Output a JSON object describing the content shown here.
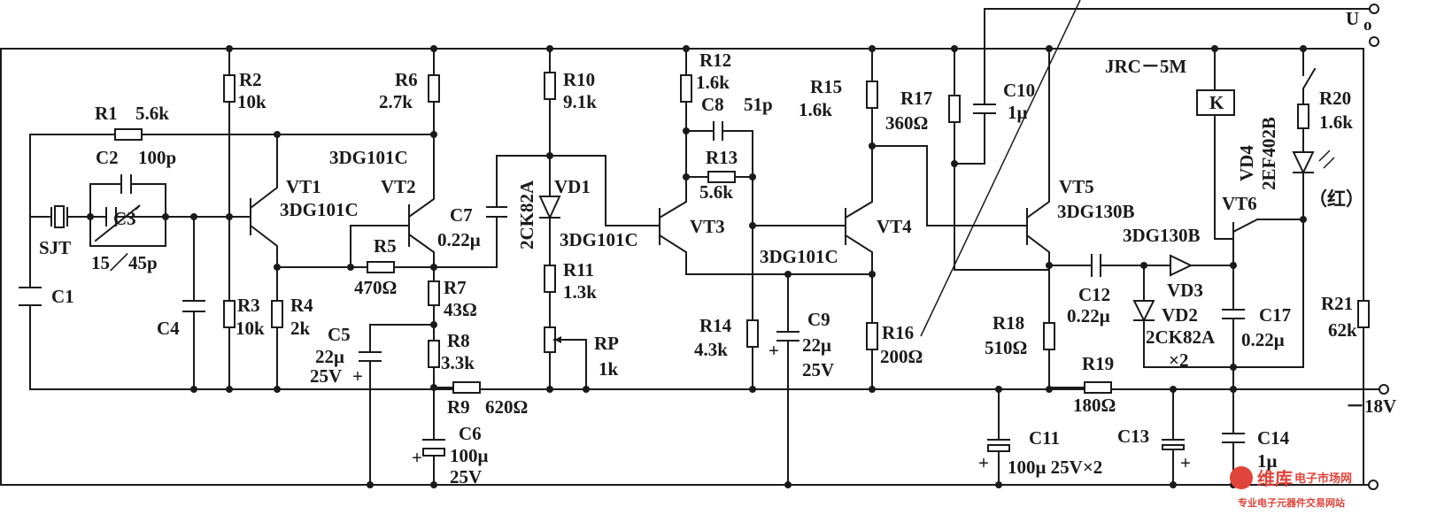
{
  "colors": {
    "line": "#1a1a1a",
    "background": "#ffffff",
    "watermark": "#e0443a"
  },
  "labels": {
    "r1": "R1",
    "r1_val": "5.6k",
    "r2": "R2",
    "r2_val": "10k",
    "r3": "R3",
    "r3_val": "10k",
    "r4": "R4",
    "r4_val": "2k",
    "r5": "R5",
    "r5_val": "470Ω",
    "r6": "R6",
    "r6_val": "2.7k",
    "r7": "R7",
    "r7_val": "43Ω",
    "r8": "R8",
    "r8_val": "3.3k",
    "r9": "R9",
    "r9_val": "620Ω",
    "r10": "R10",
    "r10_val": "9.1k",
    "r11": "R11",
    "r11_val": "1.3k",
    "r12": "R12",
    "r12_val": "1.6k",
    "r13": "R13",
    "r13_val": "5.6k",
    "r14": "R14",
    "r14_val": "4.3k",
    "r15": "R15",
    "r15_val": "1.6k",
    "r16": "R16",
    "r16_val": "200Ω",
    "r17": "R17",
    "r17_val": "360Ω",
    "r18": "R18",
    "r18_val": "510Ω",
    "r19": "R19",
    "r19_val": "180Ω",
    "r20": "R20",
    "r20_val": "1.6k",
    "r21": "R21",
    "r21_val": "62k",
    "c1": "C1",
    "c2": "C2",
    "c2_val": "100p",
    "c3": "C3",
    "c3_val": "15／45p",
    "c4": "C4",
    "c5": "C5",
    "c5_val": "22μ",
    "c5_v": "25V",
    "c6": "C6",
    "c6_val": "100μ",
    "c6_v": "25V",
    "c7": "C7",
    "c7_val": "0.22μ",
    "c8": "C8",
    "c8_val": "51p",
    "c9": "C9",
    "c9_val": "22μ",
    "c9_v": "25V",
    "c10": "C10",
    "c10_val": "1μ",
    "c11": "C11",
    "c11_val": "100μ 25V×2",
    "c12": "C12",
    "c12_val": "0.22μ",
    "c13": "C13",
    "c14": "C14",
    "c14_val": "1μ",
    "c17": "C17",
    "c17_val": "0.22μ",
    "sjt": "SJT",
    "vt1": "VT1",
    "vt1_type": "3DG101C",
    "vt2": "VT2",
    "vt2_type": "3DG101C",
    "vt3": "VT3",
    "vt3_type": "3DG101C",
    "vt4": "VT4",
    "vt4_type": "3DG101C",
    "vt5": "VT5",
    "vt5_type": "3DG130B",
    "vt6": "VT6",
    "vt6_type": "3DG130B",
    "vd1": "VD1",
    "vd1_type": "2CK82A",
    "vd2": "VD2",
    "vd2_type": "2CK82A",
    "vd2_count": "×2",
    "vd3": "VD3",
    "vd4": "VD4",
    "vd4_type": "2EF402B",
    "vd4_color": "（红）",
    "rp": "RP",
    "rp_val": "1k",
    "relay": "JRC－5M",
    "relay_k": "K",
    "u0": "U",
    "u0_sub": "o",
    "supply": "－18V"
  },
  "watermark": {
    "brand": "维库",
    "site": "电子市场网",
    "slogan": "专业电子元器件交易网站"
  }
}
